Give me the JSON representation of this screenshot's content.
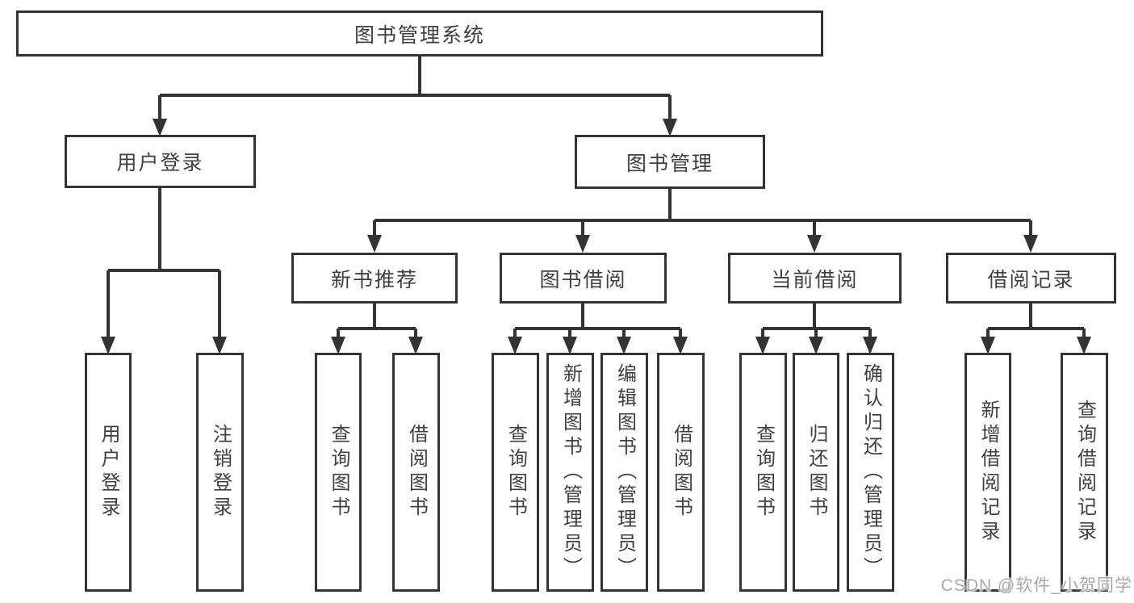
{
  "diagram_type": "tree-structure-chart",
  "tree": {
    "label": "图书管理系统",
    "children": [
      {
        "label": "用户登录",
        "children": [
          {
            "label": "用户登录"
          },
          {
            "label": "注销登录"
          }
        ]
      },
      {
        "label": "图书管理",
        "children": [
          {
            "label": "新书推荐",
            "children": [
              {
                "label": "查询图书"
              },
              {
                "label": "借阅图书"
              }
            ]
          },
          {
            "label": "图书借阅",
            "children": [
              {
                "label": "查询图书"
              },
              {
                "label": "新增图书（管理员）"
              },
              {
                "label": "编辑图书（管理员）"
              },
              {
                "label": "借阅图书"
              }
            ]
          },
          {
            "label": "当前借阅",
            "children": [
              {
                "label": "查询图书"
              },
              {
                "label": "归还图书"
              },
              {
                "label": "确认归还（管理员）"
              }
            ]
          },
          {
            "label": "借阅记录",
            "children": [
              {
                "label": "新增借阅记录"
              },
              {
                "label": "查询借阅记录"
              }
            ]
          }
        ]
      }
    ]
  },
  "watermark": {
    "text": "CSDN @软件_小贺同学"
  },
  "colors": {
    "line": "#333333",
    "box_border": "#333333",
    "box_background": "#ffffff",
    "text": "#404040",
    "watermark": "#a8a8a8",
    "page_background": "#ffffff"
  }
}
